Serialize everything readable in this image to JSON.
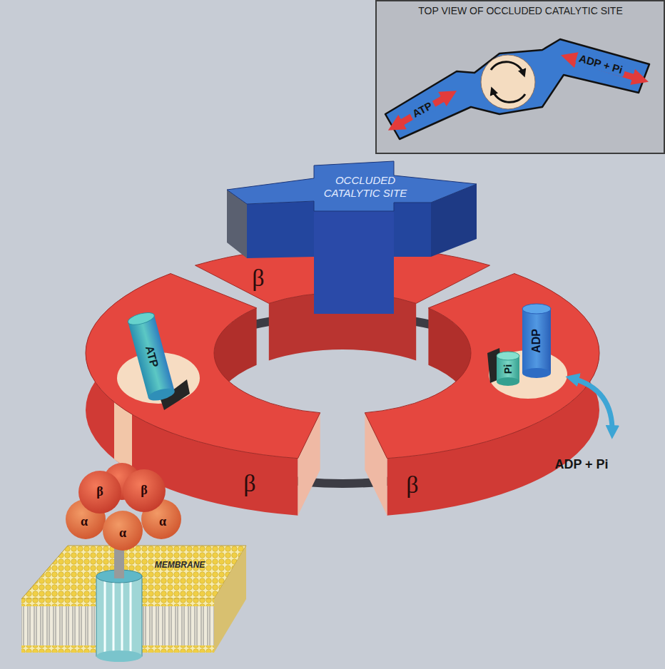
{
  "diagram": {
    "nodes": [
      {
        "text": [
          "TOP VIEW OF OCCLUDED CATALYTIC SITE"
        ]
      },
      {
        "text": [
          "OCCLUDED CATALYTIC SITE"
        ]
      },
      {
        "text": [
          "β"
        ]
      },
      {
        "text": [
          "ATP"
        ]
      },
      {
        "text": [
          "β"
        ]
      },
      {
        "text": [
          "β"
        ]
      },
      {
        "text": [
          "ADP"
        ]
      },
      {
        "text": [
          "Pi"
        ]
      }
    ],
    "labels": [
      "ATP",
      "ADP + Pi",
      "ADP + Pi",
      "β",
      "β",
      "α",
      "α",
      "α",
      "MEMBRANE"
    ]
  }
}
